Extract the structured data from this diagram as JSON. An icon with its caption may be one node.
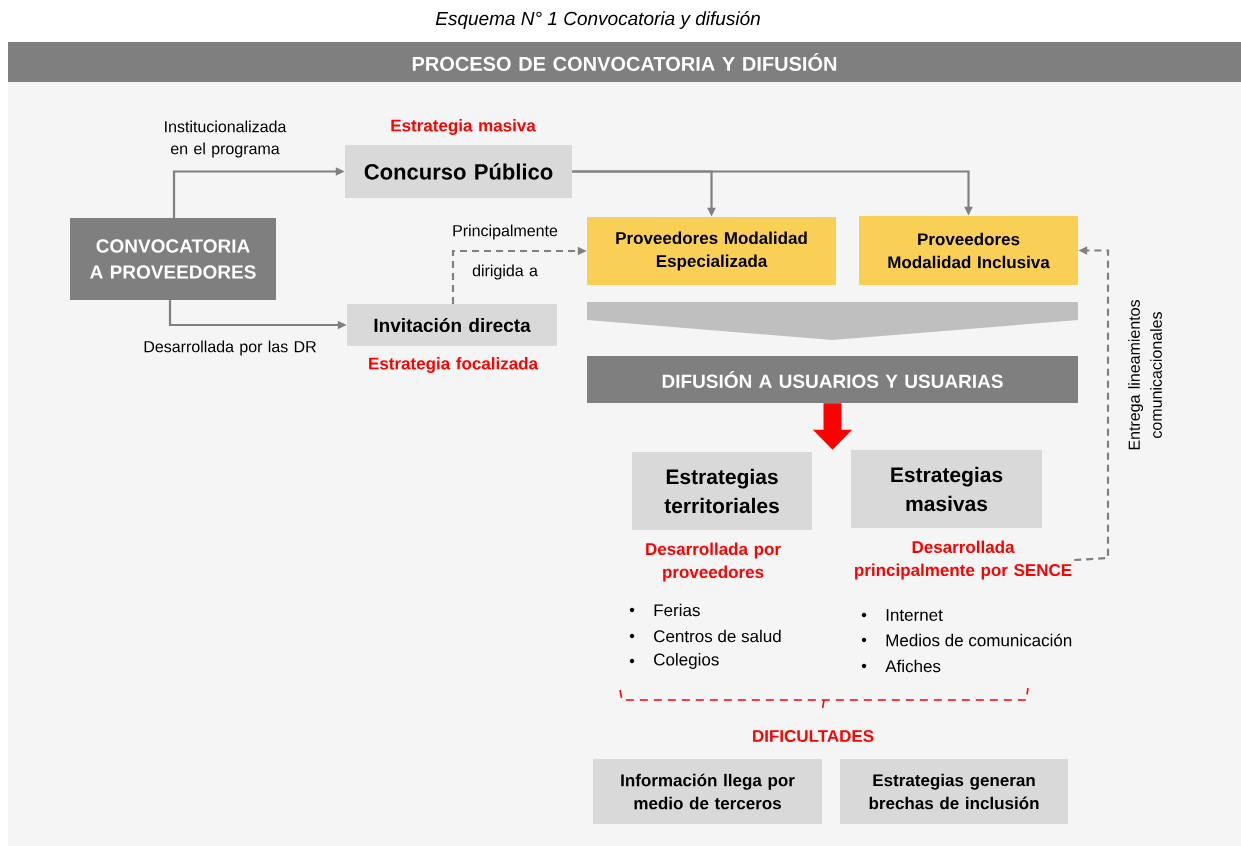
{
  "diagram": {
    "title": "Esquema N° 1 Convocatoria y difusión",
    "nodes": [
      {
        "text": [
          "PROCESO DE CONVOCATORIA Y DIFUSIÓN"
        ]
      },
      {
        "text": [
          "CONVOCATORIA A PROVEEDORES"
        ]
      },
      {
        "text": [
          "Concurso Público"
        ],
        "beside": [
          "Estrategia masiva"
        ]
      },
      {
        "text": [
          "Invitación directa"
        ],
        "beside": [
          "Estrategia focalizada"
        ]
      },
      {
        "text": [
          "Proveedores Modalidad Especializada"
        ]
      },
      {
        "text": [
          "Proveedores Modalidad Inclusiva"
        ]
      },
      {
        "text": [],
        "shape": "chevron"
      },
      {
        "text": [
          "DIFUSIÓN A USUARIOS Y USUARIAS"
        ]
      },
      {
        "text": [
          "Estrategias territoriales"
        ],
        "beside": [
          "Desarrollada por proveedores"
        ]
      },
      {
        "text": [
          "Estrategias masivas"
        ],
        "beside": [
          "Desarrollada principalmente por SENCE"
        ]
      },
      {
        "text": [
          "Información llega por medio de terceros"
        ]
      },
      {
        "text": [
          "Estrategias generan brechas de inclusión"
        ]
      }
    ],
    "edges": [
      {
        "from": 1,
        "to": 2,
        "arrow": "to",
        "label": "Institucionalizada en el programa"
      },
      {
        "from": 1,
        "to": 3,
        "arrow": "to",
        "label": "Desarrollada por las DR"
      },
      {
        "from": 2,
        "to": 4,
        "arrow": "to"
      },
      {
        "from": 2,
        "to": 5,
        "arrow": "to"
      },
      {
        "from": 3,
        "to": 4,
        "arrow": "to",
        "style": "dashed",
        "label": "Principalmente dirigida a"
      },
      {
        "from": 9,
        "to": 5,
        "arrow": "to",
        "style": "dashed",
        "label": "Entrega lineamientos comunicacionales"
      },
      {
        "from": 7,
        "to": 9,
        "arrow": "to",
        "style": "thick",
        "color": "#ff0000"
      }
    ],
    "labels": [
      "Ferias",
      "Centros de salud",
      "Colegios",
      "Internet",
      "Medios de comunicación",
      "Afiches",
      "DIFICULTADES"
    ]
  }
}
